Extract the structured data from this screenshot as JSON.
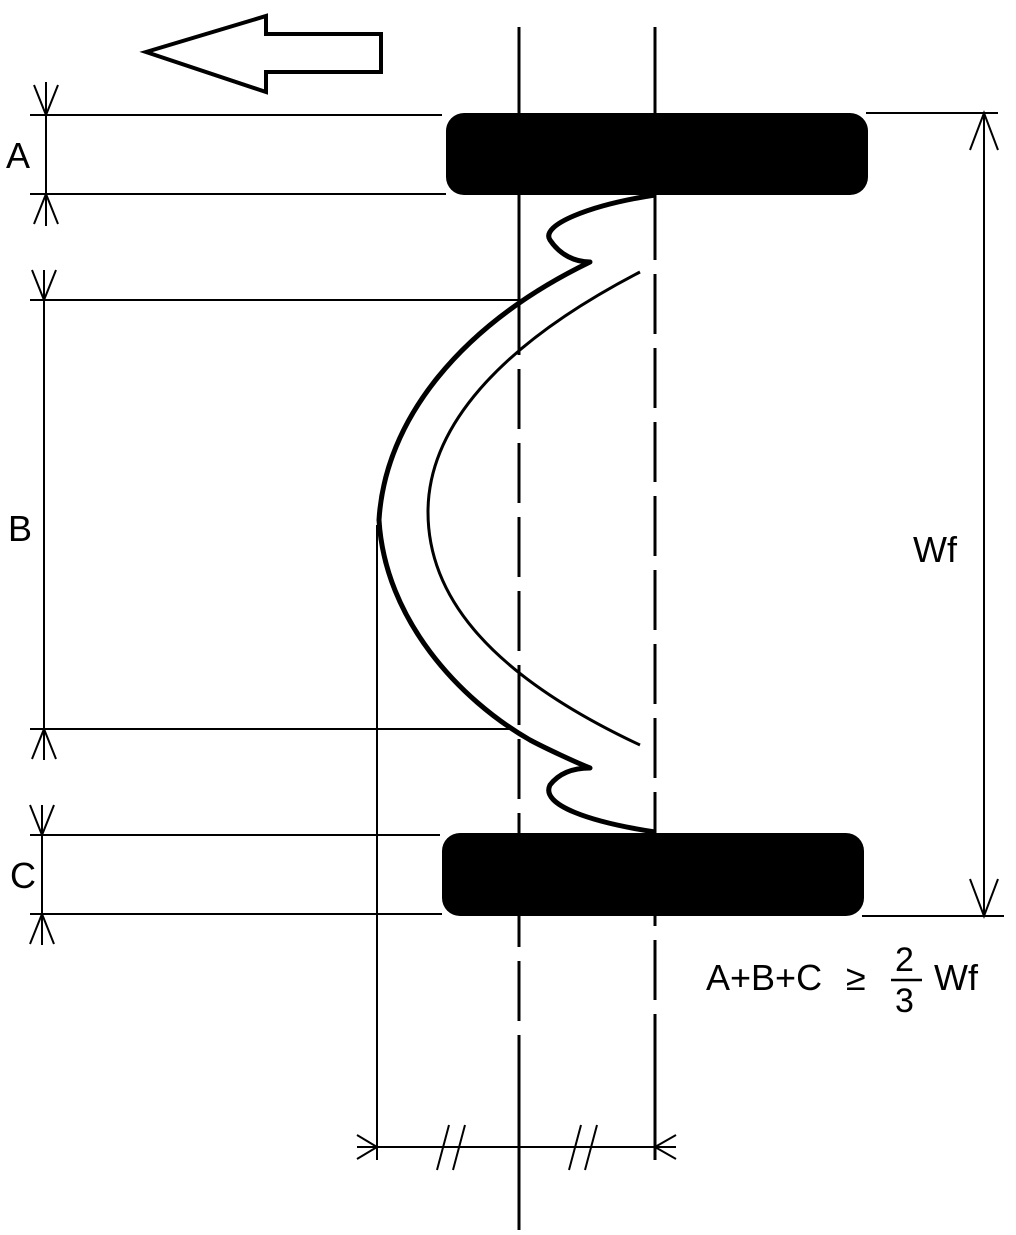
{
  "labels": {
    "a": "A",
    "b": "B",
    "c": "C",
    "wf": "Wf"
  },
  "formula": {
    "lhs": "A+B+C",
    "relation": "≥",
    "numerator": "2",
    "denominator": "3",
    "rhs": "Wf"
  },
  "equal_marks": "//",
  "colors": {
    "ink": "#000000",
    "background": "#ffffff"
  },
  "icons": {
    "direction_arrow": "arrow-left-outline-icon"
  }
}
